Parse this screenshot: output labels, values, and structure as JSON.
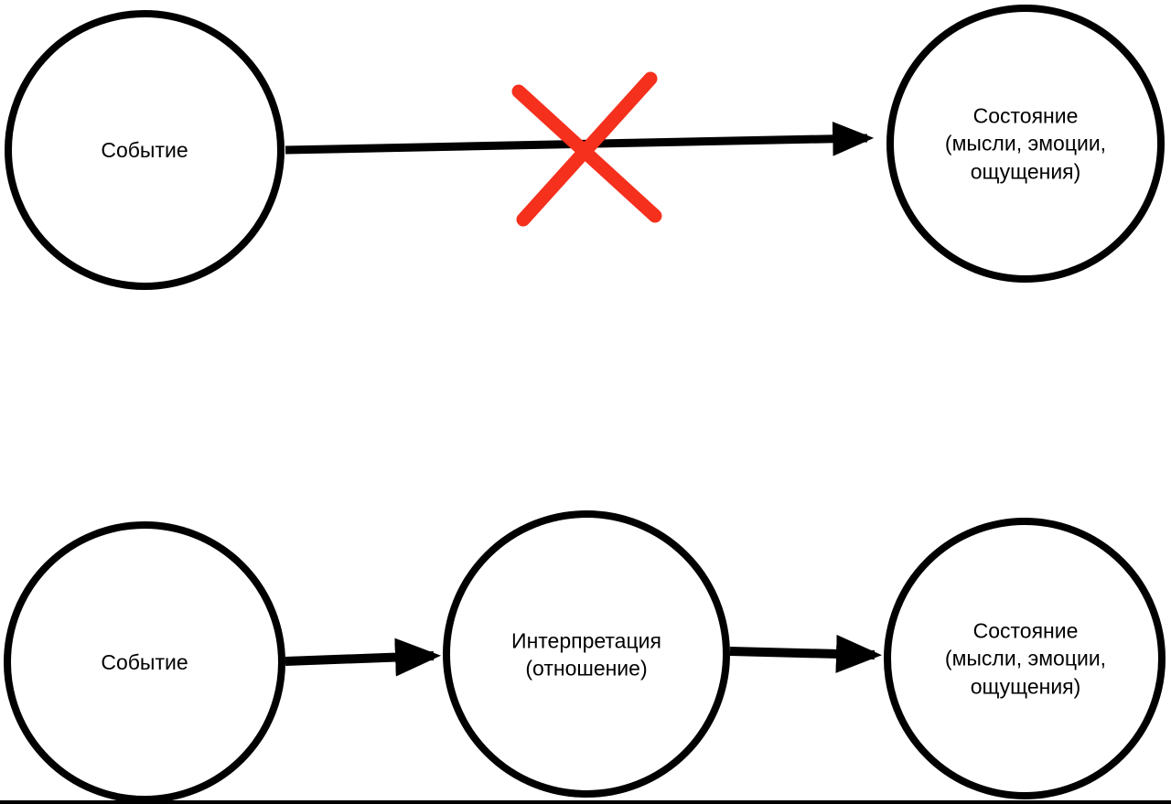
{
  "diagram": {
    "title": "Event - Interpretation - State diagram",
    "colors": {
      "background": "#ffffff",
      "node_stroke": "#000000",
      "arrow": "#000000",
      "cross": "#f5301d"
    },
    "top_row": {
      "event": "Событие",
      "state": "Состояние\n(мысли, эмоции,\nощущения)",
      "crossed_out": "true"
    },
    "bottom_row": {
      "event": "Событие",
      "interpretation": "Интерпретация\n(отношение)",
      "state": "Состояние\n(мысли, эмоции,\nощущения)"
    }
  }
}
